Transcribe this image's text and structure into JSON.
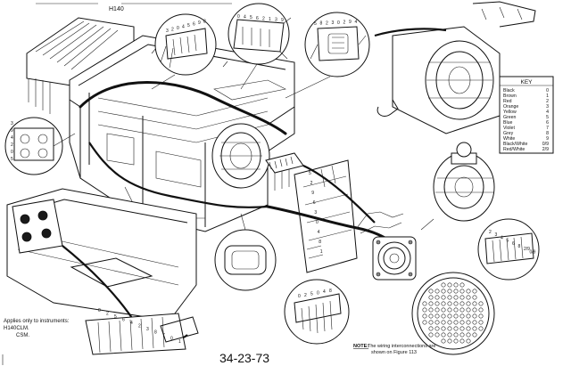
{
  "header": {
    "model_label": "H140"
  },
  "key_table": {
    "title": "KEY",
    "rows": [
      {
        "color": "Black",
        "code": "0"
      },
      {
        "color": "Brown",
        "code": "1"
      },
      {
        "color": "Red",
        "code": "2"
      },
      {
        "color": "Orange",
        "code": "3"
      },
      {
        "color": "Yellow",
        "code": "4"
      },
      {
        "color": "Green",
        "code": "5"
      },
      {
        "color": "Blue",
        "code": "6"
      },
      {
        "color": "Violet",
        "code": "7"
      },
      {
        "color": "Grey",
        "code": "8"
      },
      {
        "color": "White",
        "code": "9"
      },
      {
        "color": "Black/White",
        "code": "0/9"
      },
      {
        "color": "Red/White",
        "code": "2/9"
      }
    ]
  },
  "applies_note": {
    "line1": "Applies only to instruments:",
    "line2": "H140CLM.",
    "line3": "CSM."
  },
  "figure_number": "34-23-73",
  "wiring_note": {
    "label": "NOTE:",
    "line1": "The wiring interconnections are",
    "line2": "shown on Figure 113"
  },
  "wire_labels": {
    "top_detail_a": [
      "3",
      "2",
      "0",
      "4",
      "5",
      "6",
      "9",
      "8"
    ],
    "top_detail_b": [
      "0",
      "4",
      "5",
      "6",
      "2",
      "1",
      "3",
      "9"
    ],
    "top_detail_c": [
      "5",
      "8",
      "2",
      "3",
      "0",
      "2",
      "9",
      "4"
    ],
    "left_detail": [
      "3",
      "9",
      "4",
      "2",
      "0",
      "5"
    ],
    "right_detail": [
      "2",
      "3",
      "4",
      "5",
      "6",
      "8",
      "2/9",
      "0/9"
    ],
    "bottom_detail": [
      "0",
      "2",
      "5",
      "0",
      "4",
      "8"
    ],
    "board_labels": [
      "5",
      "2",
      "9",
      "6",
      "3",
      "0",
      "4",
      "8",
      "1"
    ],
    "lower_left": [
      "0",
      "2",
      "5",
      "6",
      "4",
      "2",
      "3",
      "8",
      "7",
      "0",
      "1"
    ]
  }
}
